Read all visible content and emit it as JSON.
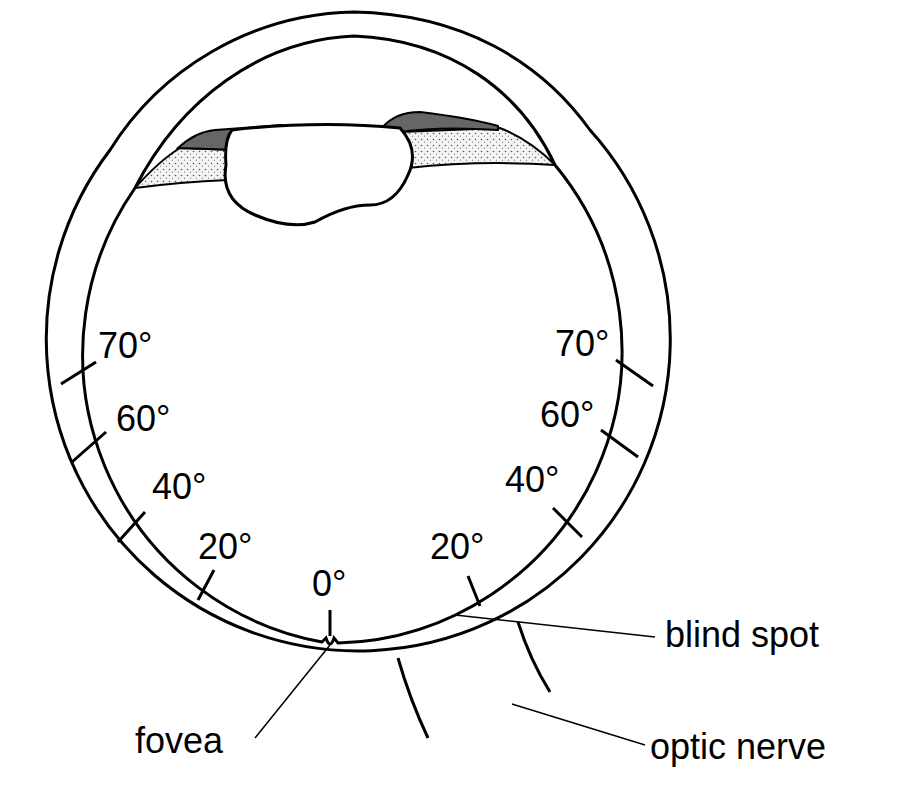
{
  "diagram": {
    "labels": [
      "70°",
      "60°",
      "40°",
      "20°",
      "0°",
      "20°",
      "40°",
      "60°",
      "70°",
      "blind spot",
      "fovea",
      "optic nerve"
    ]
  }
}
